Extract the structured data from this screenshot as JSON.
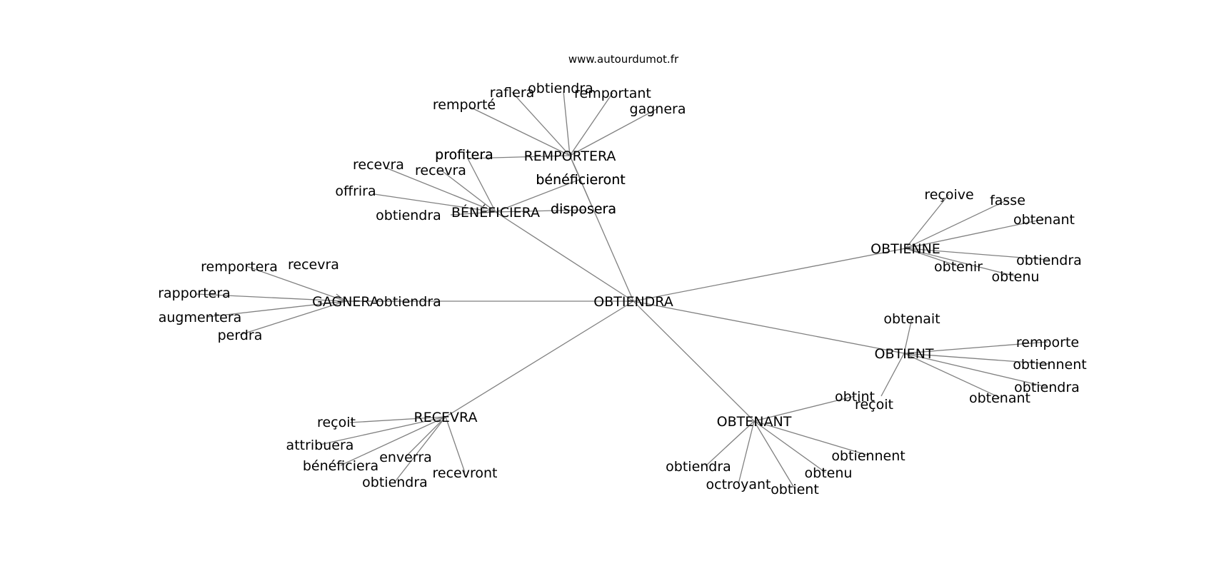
{
  "source": "www.autourdumot.fr",
  "root": "OBTIENDRA",
  "groups": [
    {
      "hub": "REMPORTERA",
      "words": [
        "remporté",
        "raflera",
        "obtiendra",
        "remportant",
        "gagnera",
        "profitera",
        "bénéficieront",
        "disposera"
      ]
    },
    {
      "hub": "BÉNÉFICIERA",
      "words": [
        "recevra",
        "recevra",
        "offrira",
        "obtiendra",
        "profitera",
        "bénéficieront",
        "disposera"
      ]
    },
    {
      "hub": "GAGNERA",
      "words": [
        "remportera",
        "recevra",
        "rapportera",
        "augmentera",
        "perdra",
        "obtiendra"
      ]
    },
    {
      "hub": "RECEVRA",
      "words": [
        "reçoit",
        "attribuera",
        "bénéficiera",
        "enverra",
        "obtiendra",
        "recevront"
      ]
    },
    {
      "hub": "OBTENANT",
      "words": [
        "obtint",
        "obtiendra",
        "octroyant",
        "obtient",
        "obtenu",
        "obtiennent"
      ]
    },
    {
      "hub": "OBTIENT",
      "words": [
        "obtenait",
        "remporte",
        "obtiennent",
        "obtiendra",
        "obtenant",
        "reçoit"
      ]
    },
    {
      "hub": "OBTIENNE",
      "words": [
        "reçoive",
        "fasse",
        "obtenant",
        "obtiendra",
        "obtenir",
        "obtenu"
      ]
    }
  ]
}
